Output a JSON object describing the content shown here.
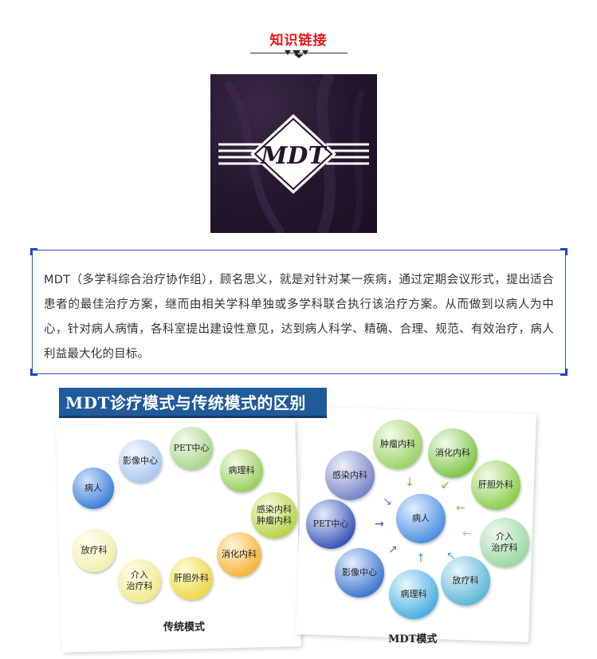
{
  "header": {
    "title": "知识链接"
  },
  "logo": {
    "text": "MDT"
  },
  "textbox": {
    "paragraph": "MDT（多学科综合治疗协作组），顾名思义，就是对针对某一疾病，通过定期会议形式，提出适合患者的最佳治疗方案，继而由相关学科单独或多学科联合执行该治疗方案。从而做到以病人为中心，针对病人病情，各科室提出建设性意见，达到病人科学、精确、合理、规范、有效治疗，病人利益最大化的目标。"
  },
  "comparison": {
    "banner": "MDT诊疗模式与传统模式的区别",
    "traditional": {
      "caption": "传统模式",
      "nodes": [
        "病人",
        "影像中心",
        "PET中心",
        "病理科",
        "感染内科\n肿瘤内科",
        "消化内科",
        "肝胆外科",
        "介入\n治疗科",
        "放疗科"
      ]
    },
    "mdt": {
      "caption": "MDT模式",
      "center": "病人",
      "nodes": [
        "肿瘤内科",
        "消化内科",
        "肝胆外科",
        "介入\n治疗科",
        "放疗科",
        "病理科",
        "影像中心",
        "PET中心",
        "感染内科"
      ]
    }
  },
  "colors": {
    "title": "#e01919",
    "border": "#2c4fd8",
    "banner": "#1f5a9a"
  }
}
